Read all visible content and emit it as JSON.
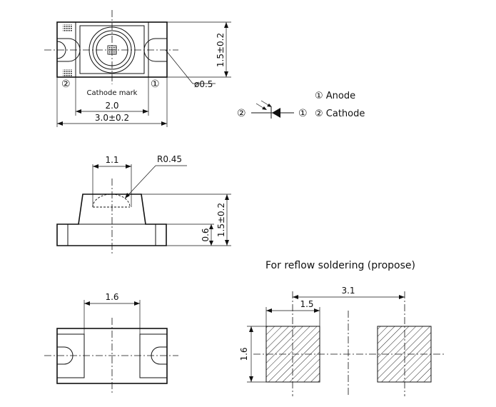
{
  "top_view": {
    "dim_height": "1.5±0.2",
    "dim_lens_dia": "ø0.5",
    "pad2_mark": "②",
    "pad1_mark": "①",
    "cathode_label": "Cathode mark",
    "dim_inner_width": "2.0",
    "dim_outer_width": "3.0±0.2"
  },
  "pinout": {
    "anode_label": "① Anode",
    "cathode_label": "② Cathode",
    "symbol_left": "②",
    "symbol_right": "①"
  },
  "side_view": {
    "dim_lens_width": "1.1",
    "dim_radius": "R0.45",
    "dim_height": "1.5±0.2",
    "dim_base": "0.6"
  },
  "bottom_view": {
    "dim_width": "1.6"
  },
  "footprint": {
    "title": "For reflow soldering (propose)",
    "dim_pitch": "3.1",
    "dim_pad_width": "1.5",
    "dim_pad_height": "1.6"
  }
}
